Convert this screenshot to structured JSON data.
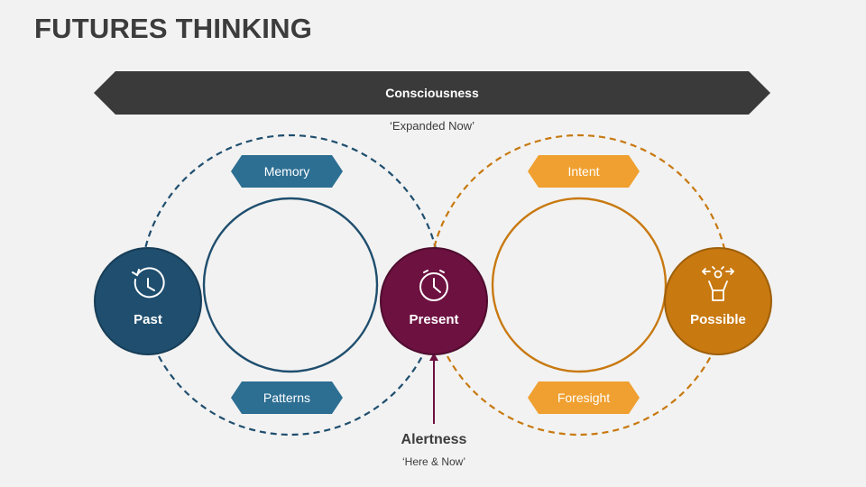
{
  "title": "FUTURES THINKING",
  "arrow": {
    "label": "Consciousness",
    "sublabel": "‘Expanded Now’"
  },
  "left": {
    "tags": [
      "Memory",
      "Patterns"
    ],
    "node": {
      "label": "Past",
      "icon": "history-icon"
    }
  },
  "center": {
    "node": {
      "label": "Present",
      "icon": "clock-icon"
    },
    "pointer": {
      "label": "Alertness",
      "sublabel": "‘Here & Now’"
    }
  },
  "right": {
    "tags": [
      "Intent",
      "Foresight"
    ],
    "node": {
      "label": "Possible",
      "icon": "person-choice-icon"
    }
  },
  "colors": {
    "blue": "#1f4e6e",
    "blue_tag": "#2d6f93",
    "maroon": "#6d1140",
    "orange": "#c87910",
    "orange_tag": "#f0a030",
    "arrow": "#3a3a3a"
  }
}
